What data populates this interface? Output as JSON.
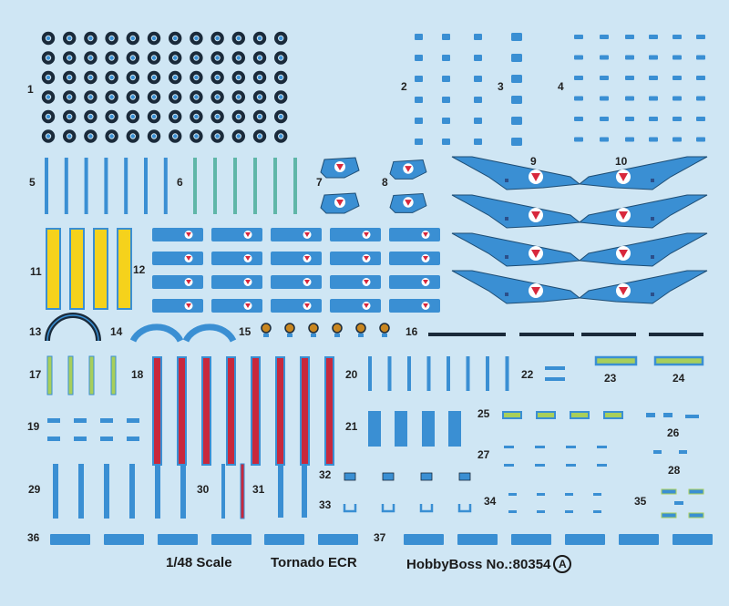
{
  "colors": {
    "background": "#cfe6f4",
    "decal_blue": "#3a8fd3",
    "decal_dark": "#1e4d74",
    "tire_black": "#1a2a3a",
    "yellow": "#f5d21c",
    "red": "#c8283c",
    "teal": "#5fb6a8",
    "olive": "#a8cf5a",
    "marking_red": "#d8283c"
  },
  "icons": {
    "roundel": "tornado-fin-badge-icon",
    "version": "circled-letter-a-icon"
  },
  "sheet": {
    "labels": [
      "1",
      "2",
      "3",
      "4",
      "5",
      "6",
      "7",
      "8",
      "9",
      "10",
      "11",
      "12",
      "13",
      "14",
      "15",
      "16",
      "17",
      "18",
      "19",
      "20",
      "21",
      "22",
      "23",
      "24",
      "25",
      "26",
      "27",
      "28",
      "29",
      "30",
      "31",
      "32",
      "33",
      "34",
      "35",
      "36",
      "37"
    ]
  },
  "footer": {
    "scale": "1/48 Scale",
    "model": "Tornado ECR",
    "code": "HobbyBoss No.:80354",
    "version_mark": "A"
  }
}
